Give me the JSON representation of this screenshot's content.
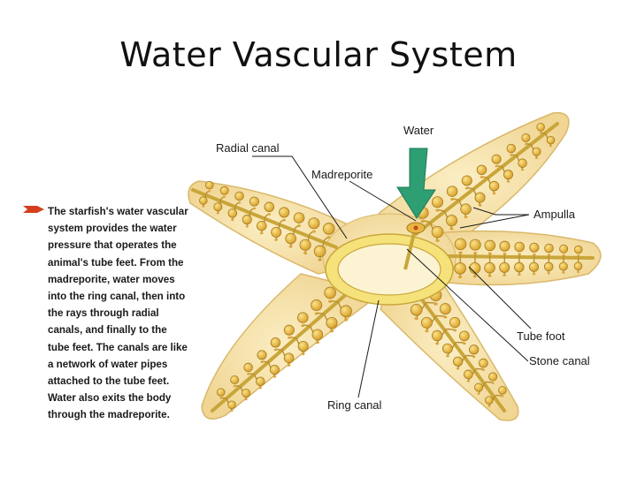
{
  "title": "Water Vascular System",
  "labels": {
    "water": "Water",
    "radial_canal": "Radial canal",
    "madreporite": "Madreporite",
    "ampulla": "Ampulla",
    "tube_foot": "Tube foot",
    "stone_canal": "Stone canal",
    "ring_canal": "Ring canal"
  },
  "caption": "The starfish's water vascular system provides the water pressure that operates the animal's tube feet. From the madreporite, water moves into the ring canal, then into the rays through radial canals, and finally to the tube feet. The canals are like a network of water pipes attached to the tube feet. Water also exits the body through the madreporite.",
  "colors": {
    "body": "#f3dc9e",
    "body_edge": "#d9b86a",
    "canal": "#f5e27a",
    "canal_edge": "#c9a63a",
    "ampulla": "#e7b640",
    "water_arrow": "#2e9e73",
    "caption_arrow": "#d4401e"
  }
}
